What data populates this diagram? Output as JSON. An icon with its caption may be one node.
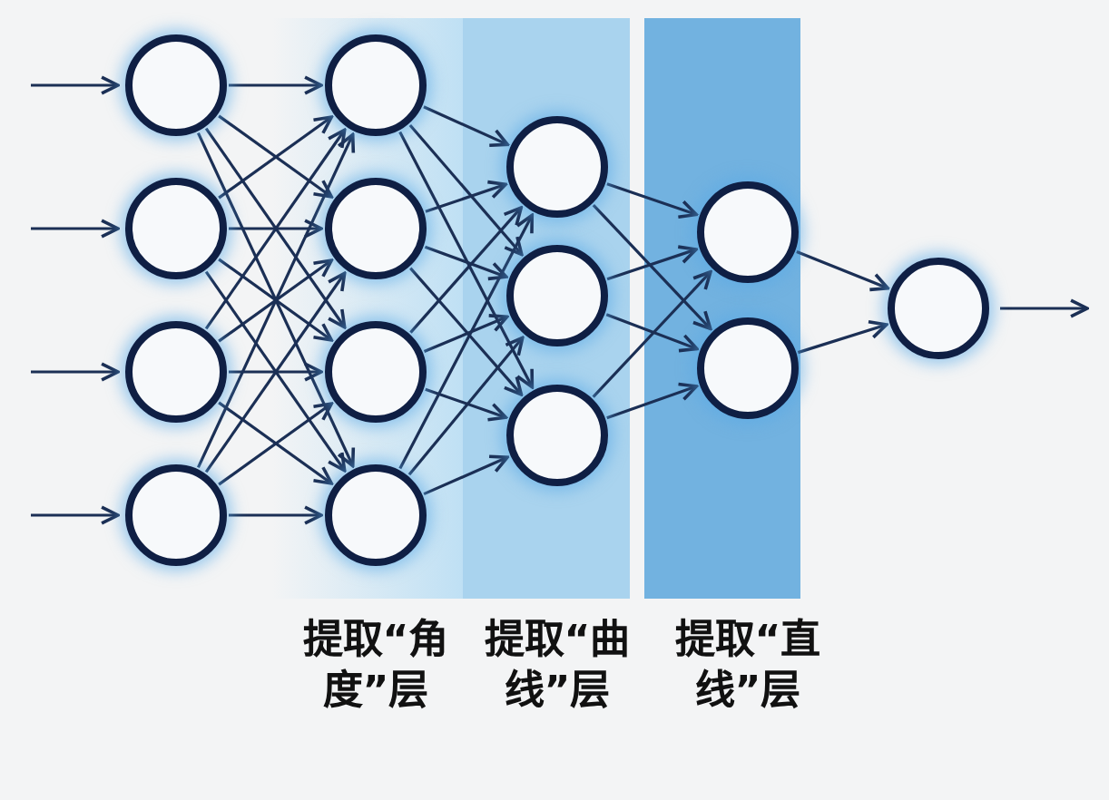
{
  "diagram": {
    "nodes": [
      {
        "text": [],
        "shape": "circle"
      },
      {
        "text": [],
        "shape": "circle"
      },
      {
        "text": [],
        "shape": "circle"
      },
      {
        "text": [],
        "shape": "circle"
      },
      {
        "text": [],
        "shape": "circle"
      },
      {
        "text": [],
        "shape": "circle"
      },
      {
        "text": [],
        "shape": "circle"
      },
      {
        "text": [],
        "shape": "circle"
      },
      {
        "text": [],
        "shape": "circle"
      },
      {
        "text": [],
        "shape": "circle"
      },
      {
        "text": [],
        "shape": "circle"
      },
      {
        "text": [],
        "shape": "circle"
      },
      {
        "text": [],
        "shape": "circle"
      },
      {
        "text": [],
        "shape": "circle"
      }
    ],
    "edges": [
      {
        "from": null,
        "to": 0,
        "arrow": "to"
      },
      {
        "from": null,
        "to": 1,
        "arrow": "to"
      },
      {
        "from": null,
        "to": 2,
        "arrow": "to"
      },
      {
        "from": null,
        "to": 3,
        "arrow": "to"
      },
      {
        "from": 0,
        "to": 4,
        "arrow": "to"
      },
      {
        "from": 0,
        "to": 5,
        "arrow": "to"
      },
      {
        "from": 0,
        "to": 6,
        "arrow": "to"
      },
      {
        "from": 0,
        "to": 7,
        "arrow": "to"
      },
      {
        "from": 1,
        "to": 4,
        "arrow": "to"
      },
      {
        "from": 1,
        "to": 5,
        "arrow": "to"
      },
      {
        "from": 1,
        "to": 6,
        "arrow": "to"
      },
      {
        "from": 1,
        "to": 7,
        "arrow": "to"
      },
      {
        "from": 2,
        "to": 4,
        "arrow": "to"
      },
      {
        "from": 2,
        "to": 5,
        "arrow": "to"
      },
      {
        "from": 2,
        "to": 6,
        "arrow": "to"
      },
      {
        "from": 2,
        "to": 7,
        "arrow": "to"
      },
      {
        "from": 3,
        "to": 4,
        "arrow": "to"
      },
      {
        "from": 3,
        "to": 5,
        "arrow": "to"
      },
      {
        "from": 3,
        "to": 6,
        "arrow": "to"
      },
      {
        "from": 3,
        "to": 7,
        "arrow": "to"
      },
      {
        "from": 4,
        "to": 8,
        "arrow": "to"
      },
      {
        "from": 4,
        "to": 9,
        "arrow": "to"
      },
      {
        "from": 4,
        "to": 10,
        "arrow": "to"
      },
      {
        "from": 5,
        "to": 8,
        "arrow": "to"
      },
      {
        "from": 5,
        "to": 9,
        "arrow": "to"
      },
      {
        "from": 5,
        "to": 10,
        "arrow": "to"
      },
      {
        "from": 6,
        "to": 8,
        "arrow": "to"
      },
      {
        "from": 6,
        "to": 9,
        "arrow": "to"
      },
      {
        "from": 6,
        "to": 10,
        "arrow": "to"
      },
      {
        "from": 7,
        "to": 8,
        "arrow": "to"
      },
      {
        "from": 7,
        "to": 9,
        "arrow": "to"
      },
      {
        "from": 7,
        "to": 10,
        "arrow": "to"
      },
      {
        "from": 8,
        "to": 11,
        "arrow": "to"
      },
      {
        "from": 8,
        "to": 12,
        "arrow": "to"
      },
      {
        "from": 9,
        "to": 11,
        "arrow": "to"
      },
      {
        "from": 9,
        "to": 12,
        "arrow": "to"
      },
      {
        "from": 10,
        "to": 11,
        "arrow": "to"
      },
      {
        "from": 10,
        "to": 12,
        "arrow": "to"
      },
      {
        "from": 11,
        "to": 13,
        "arrow": "to"
      },
      {
        "from": 12,
        "to": 13,
        "arrow": "to"
      },
      {
        "from": 13,
        "to": null,
        "arrow": "to"
      }
    ],
    "labels": [
      "提取“角度”层",
      "提取“曲线”层",
      "提取“直线”层"
    ]
  }
}
